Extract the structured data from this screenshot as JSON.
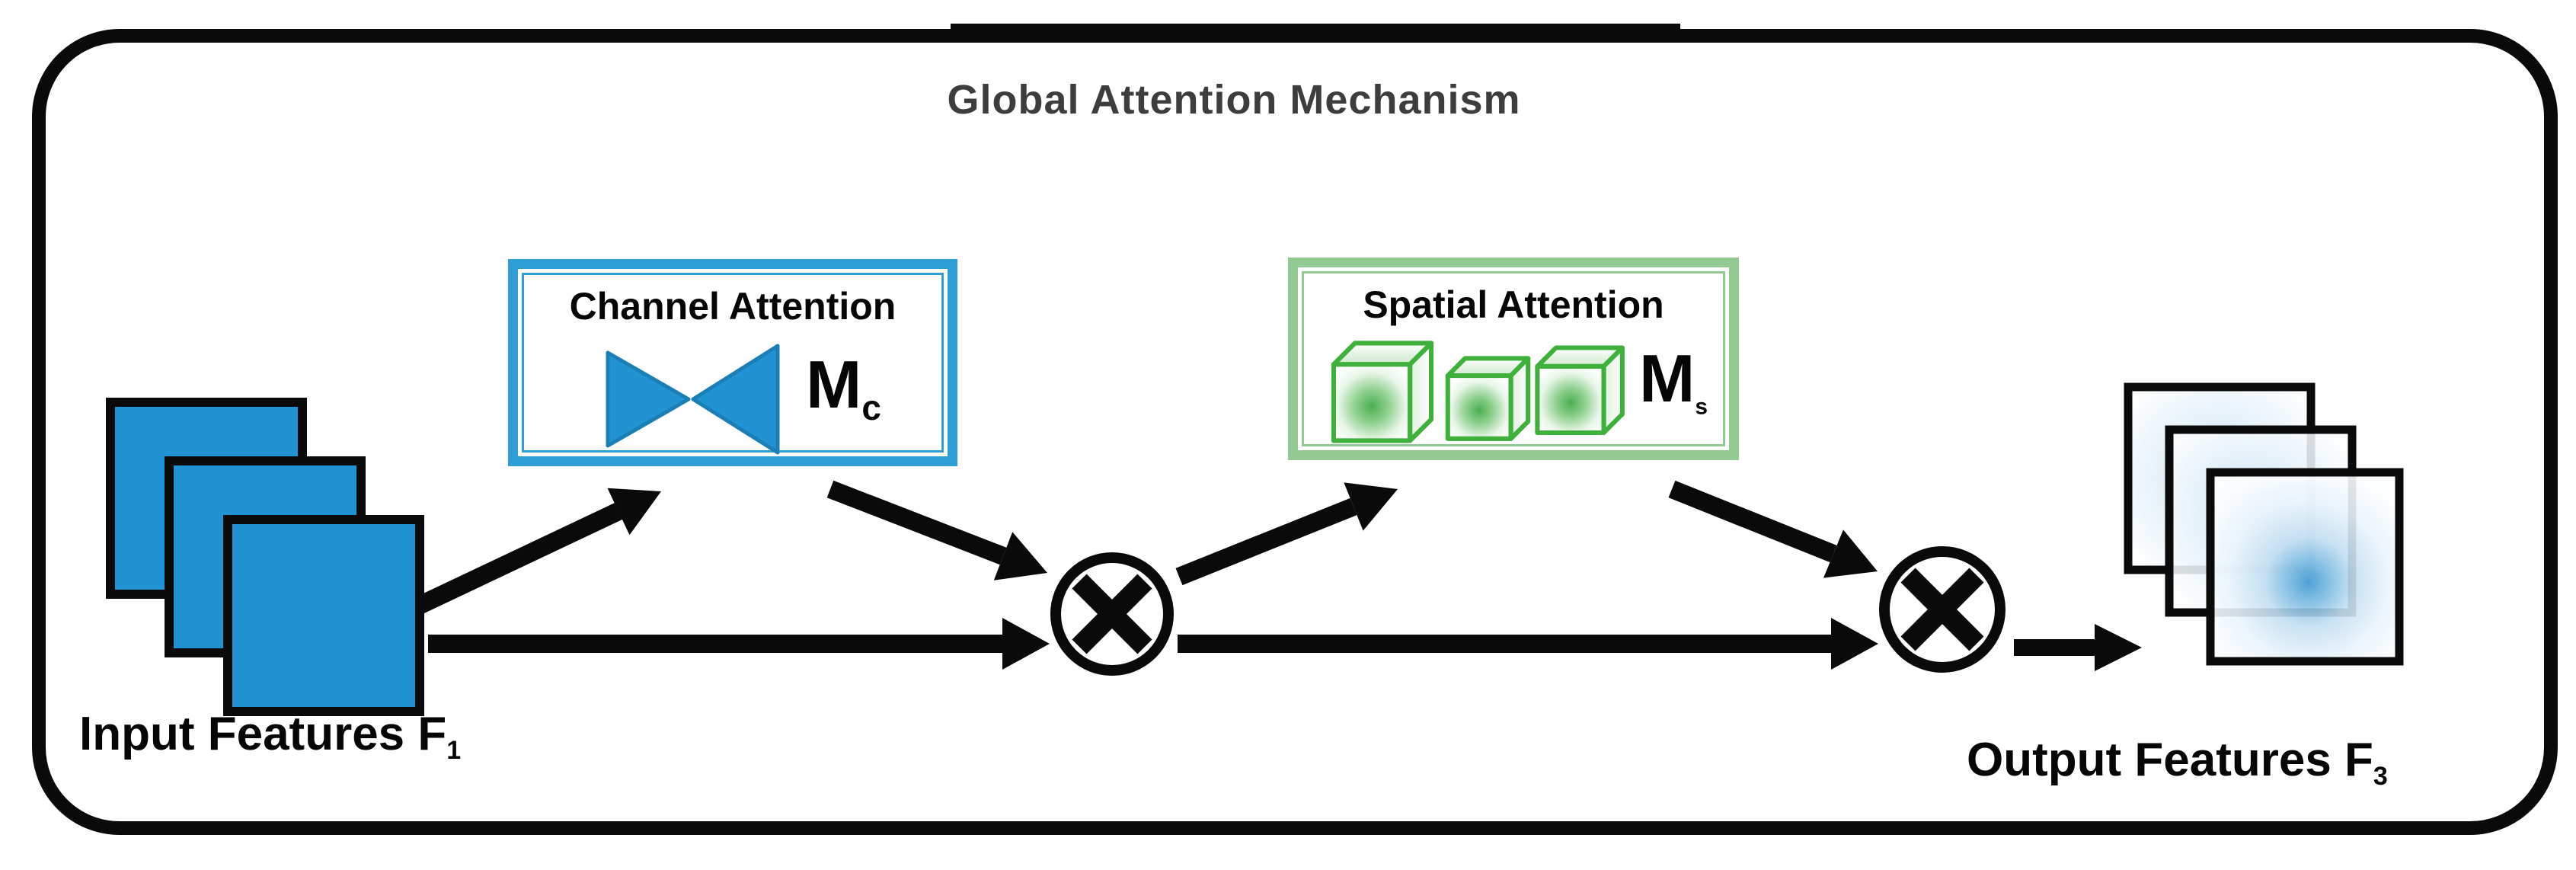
{
  "title": "Global Attention Mechanism",
  "channel_box": {
    "title": "Channel Attention",
    "symbol": "M",
    "symbol_sub": "c",
    "icon": "bowtie-icon"
  },
  "spatial_box": {
    "title": "Spatial Attention",
    "symbol": "M",
    "symbol_sub": "s",
    "icon": "feature-cubes-icon"
  },
  "input": {
    "label": "Input Features F",
    "subscript": "1",
    "icon": "input-feature-maps-icon"
  },
  "output": {
    "label": "Output Features F",
    "subscript": "3",
    "icon": "output-feature-maps-icon"
  },
  "operators": {
    "symbol": "⊗",
    "icon": "circled-times-icon",
    "count": 2
  },
  "colors": {
    "accent_blue": "#2293d2",
    "blue_stroke": "#1b7fb5",
    "channel_border": "#2e9fd6",
    "spatial_border": "#93c993",
    "cube_green": "#3fb03c",
    "cube_core": "#4caf50",
    "output_core_blue": "#3d97d3",
    "title_gray": "#3d3d3d",
    "line_black": "#0a0a0a"
  }
}
